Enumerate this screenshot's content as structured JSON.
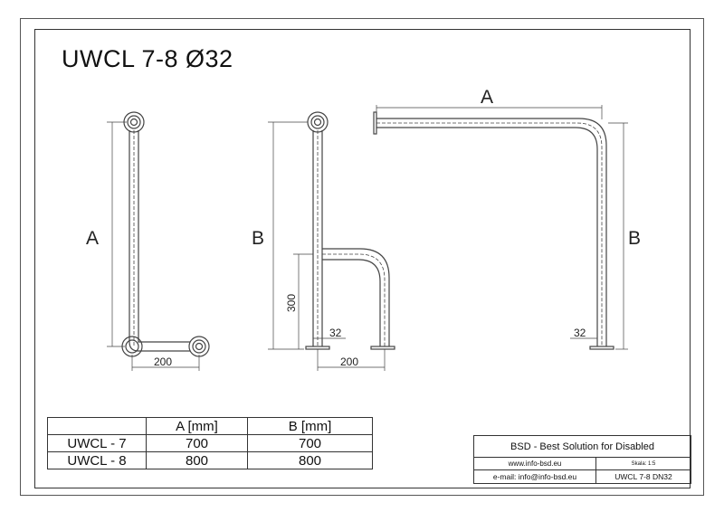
{
  "title": "UWCL 7-8 Ø32",
  "drawing": {
    "view1": {
      "dim_vertical": "A",
      "dim_horizontal": "200"
    },
    "view2": {
      "dim_vertical": "B",
      "dim_height": "300",
      "dim_diameter": "32",
      "dim_horizontal": "200"
    },
    "view3": {
      "dim_top": "A",
      "dim_vertical": "B",
      "dim_diameter": "32"
    }
  },
  "dimensions_table": {
    "headers": [
      "",
      "A [mm]",
      "B [mm]"
    ],
    "rows": [
      [
        "UWCL - 7",
        "700",
        "700"
      ],
      [
        "UWCL - 8",
        "800",
        "800"
      ]
    ]
  },
  "title_block": {
    "company": "BSD - Best Solution for Disabled",
    "website": "www.info-bsd.eu",
    "scale": "Skala: 1:5",
    "email": "e-mail: info@info-bsd.eu",
    "code": "UWCL 7-8 DN32"
  }
}
